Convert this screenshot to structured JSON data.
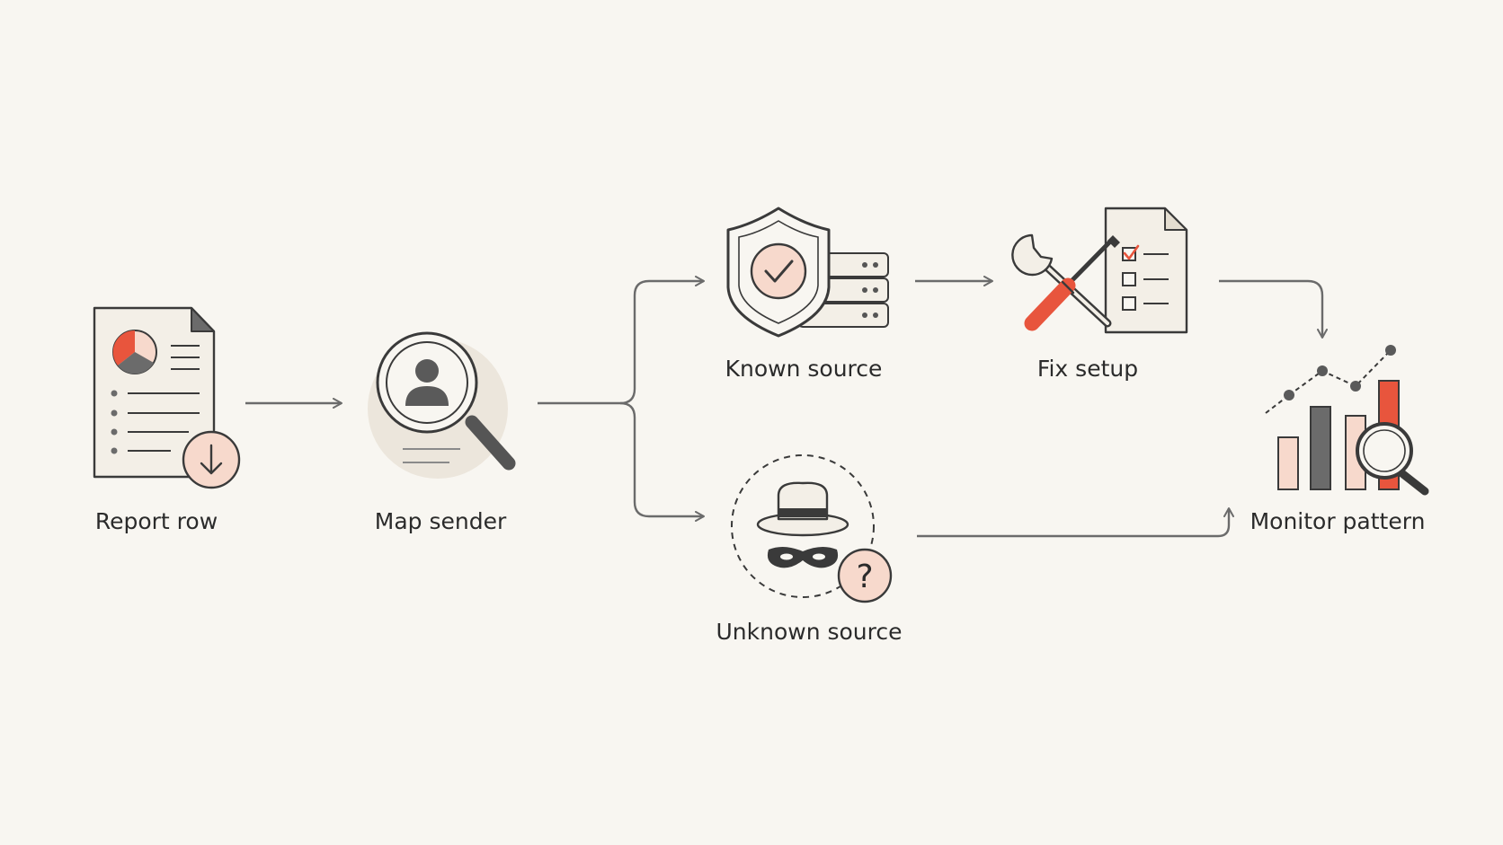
{
  "steps": {
    "report_row": "Report row",
    "map_sender": "Map sender",
    "known_source": "Known source",
    "unknown_source": "Unknown source",
    "fix_setup": "Fix setup",
    "monitor_pattern": "Monitor pattern"
  },
  "unknown_badge": "?",
  "colors": {
    "background": "#f8f6f1",
    "ink": "#3a3a3a",
    "accent": "#e8553d",
    "accent_soft": "#f7d9cc",
    "paper": "#f3efe7",
    "grey": "#6b6b6b"
  },
  "icons": {
    "report_row": "document-pie-download-icon",
    "map_sender": "magnifier-user-icon",
    "known_source": "shield-check-server-icon",
    "unknown_source": "hat-mask-question-icon",
    "fix_setup": "tools-checklist-icon",
    "monitor_pattern": "chart-magnifier-icon"
  }
}
